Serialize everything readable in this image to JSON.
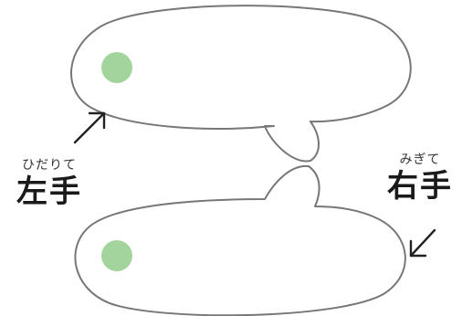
{
  "labels": {
    "left": {
      "reading": "ひだりて",
      "word": "左手"
    },
    "right": {
      "reading": "みぎて",
      "word": "右手"
    }
  },
  "colors": {
    "bubble_stroke": "#777777",
    "bubble_fill": "#ffffff",
    "dot": "#a3d49e",
    "arrow": "#222222",
    "text": "#1a1a1a"
  },
  "icons": {
    "top_arrow": "arrow-up-right-icon",
    "bottom_arrow": "arrow-down-left-icon"
  }
}
